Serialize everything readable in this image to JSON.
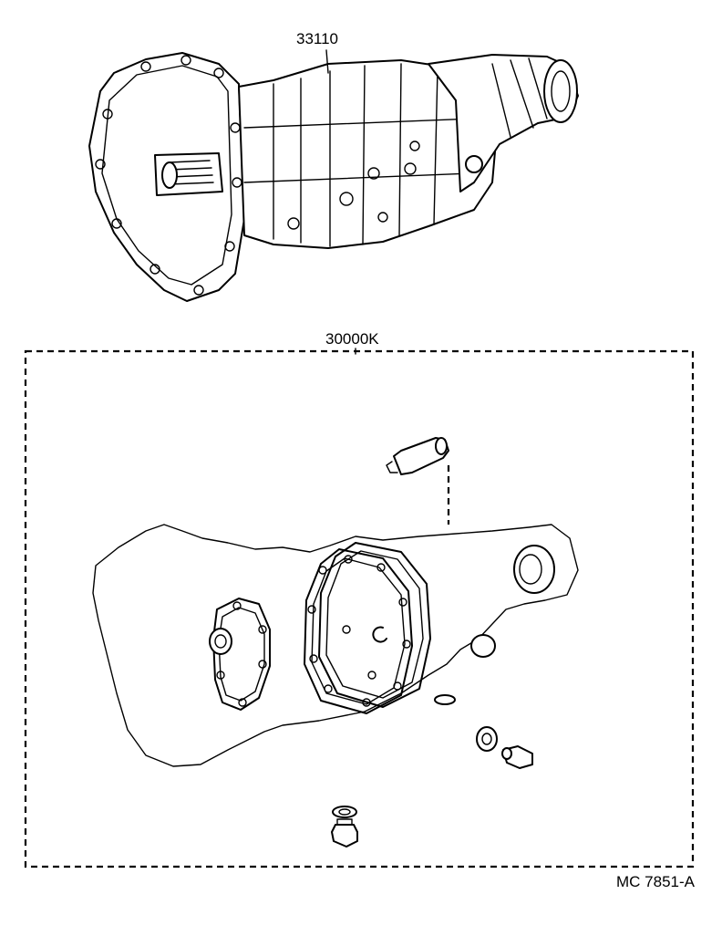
{
  "diagram": {
    "part_labels": {
      "transmission_assembly": "33110",
      "overhaul_kit": "30000K"
    },
    "figure_code": "MC 7851-A"
  }
}
